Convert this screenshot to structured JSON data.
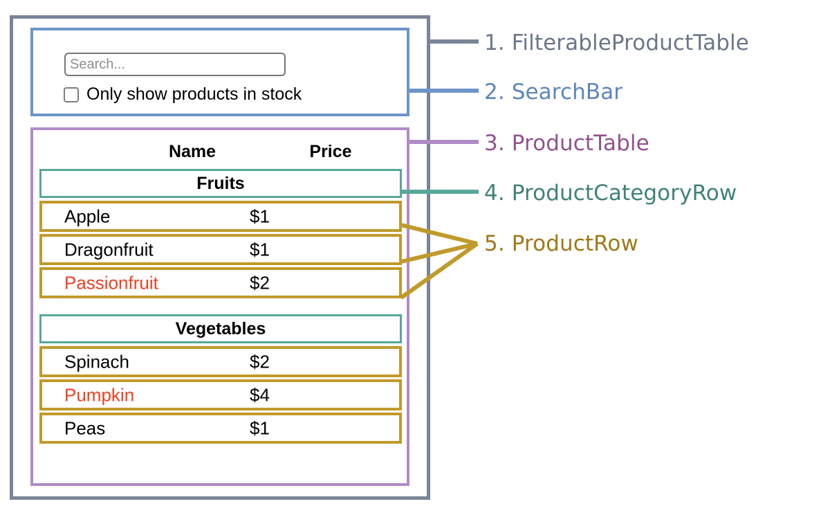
{
  "diagram": {
    "title": "React component hierarchy diagram for a filterable product table",
    "colors": {
      "outer_frame": "#7b8498",
      "search_bar": "#6d94c8",
      "product_table": "#b08bc6",
      "category_row": "#56a89a",
      "product_row": "#c09a2b",
      "out_of_stock_text": "#ef4123",
      "text": "#000000"
    }
  },
  "search": {
    "placeholder": "Search...",
    "value": "",
    "checkbox_label": "Only show products in stock",
    "checkbox_checked": false
  },
  "table": {
    "headers": {
      "name": "Name",
      "price": "Price"
    },
    "groups": [
      {
        "category": "Fruits",
        "products": [
          {
            "name": "Apple",
            "price": "$1",
            "in_stock": true
          },
          {
            "name": "Dragonfruit",
            "price": "$1",
            "in_stock": true
          },
          {
            "name": "Passionfruit",
            "price": "$2",
            "in_stock": false
          }
        ]
      },
      {
        "category": "Vegetables",
        "products": [
          {
            "name": "Spinach",
            "price": "$2",
            "in_stock": true
          },
          {
            "name": "Pumpkin",
            "price": "$4",
            "in_stock": false
          },
          {
            "name": "Peas",
            "price": "$1",
            "in_stock": true
          }
        ]
      }
    ]
  },
  "legend": [
    {
      "number": "1.",
      "label": "FilterableProductTable",
      "text": "1. FilterableProductTable",
      "color": "#6b7689"
    },
    {
      "number": "2.",
      "label": "SearchBar",
      "text": "2. SearchBar",
      "color": "#5d86bc"
    },
    {
      "number": "3.",
      "label": "ProductTable",
      "text": "3. ProductTable",
      "color": "#90528f"
    },
    {
      "number": "4.",
      "label": "ProductCategoryRow",
      "text": "4. ProductCategoryRow",
      "color": "#3f8277"
    },
    {
      "number": "5.",
      "label": "ProductRow",
      "text": "5. ProductRow",
      "color": "#a07818"
    }
  ]
}
